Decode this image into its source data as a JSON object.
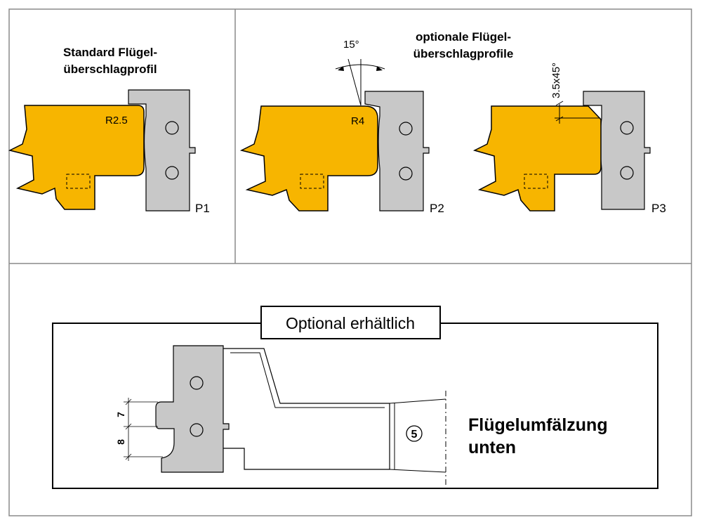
{
  "panels": {
    "p1": {
      "title_line1": "Standard Flügel-",
      "title_line2": "überschlagprofil",
      "radius": "R2.5",
      "label": "P1"
    },
    "p2": {
      "angle": "15°",
      "radius": "R4",
      "label": "P2"
    },
    "p3": {
      "chamfer": "3.5x45°",
      "label": "P3"
    },
    "optional_title_line1": "optionale Flügel-",
    "optional_title_line2": "überschlagprofile"
  },
  "bottom": {
    "box_title": "Optional erhältlich",
    "dim_upper": "7",
    "dim_lower": "8",
    "position_number": "5",
    "caption_line1": "Flügelumfälzung",
    "caption_line2": "unten"
  },
  "colors": {
    "wood": "#f7b500",
    "steel": "#c8c8c8",
    "line": "#000000",
    "border": "#8a8a8a"
  }
}
